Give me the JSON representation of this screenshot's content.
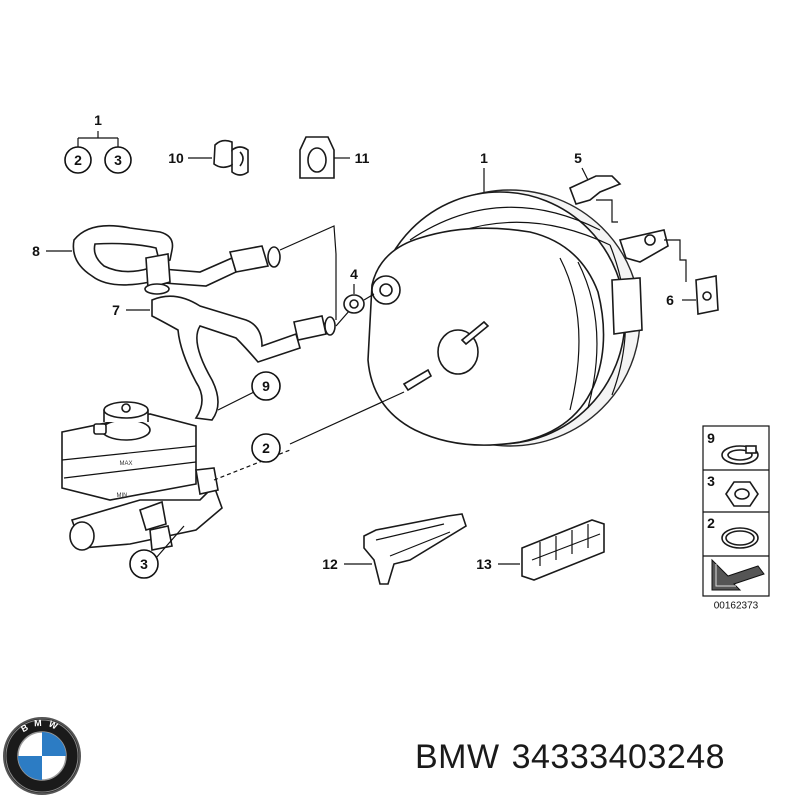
{
  "callouts": {
    "c1_top": "1",
    "c2_top": "2",
    "c3_top": "3",
    "c10": "10",
    "c11": "11",
    "c1_booster": "1",
    "c5": "5",
    "c8": "8",
    "c4": "4",
    "c7": "7",
    "c6": "6",
    "c9": "9",
    "c2_mid": "2",
    "c3_low": "3",
    "c12": "12",
    "c13": "13"
  },
  "reservoir": {
    "cap_label_1": "MAX",
    "cap_label_2": "MIN"
  },
  "legend": {
    "items": [
      {
        "number": "9",
        "icon": "hose-clamp-icon"
      },
      {
        "number": "3",
        "icon": "hex-nut-icon"
      },
      {
        "number": "2",
        "icon": "o-ring-icon"
      }
    ],
    "arrow_icon": "arrow-icon",
    "diagram_id": "00162373"
  },
  "footer": {
    "logo": "bmw-logo-icon",
    "logo_letters": "BMW",
    "brand": "BMW",
    "part_number": "34333403248"
  }
}
